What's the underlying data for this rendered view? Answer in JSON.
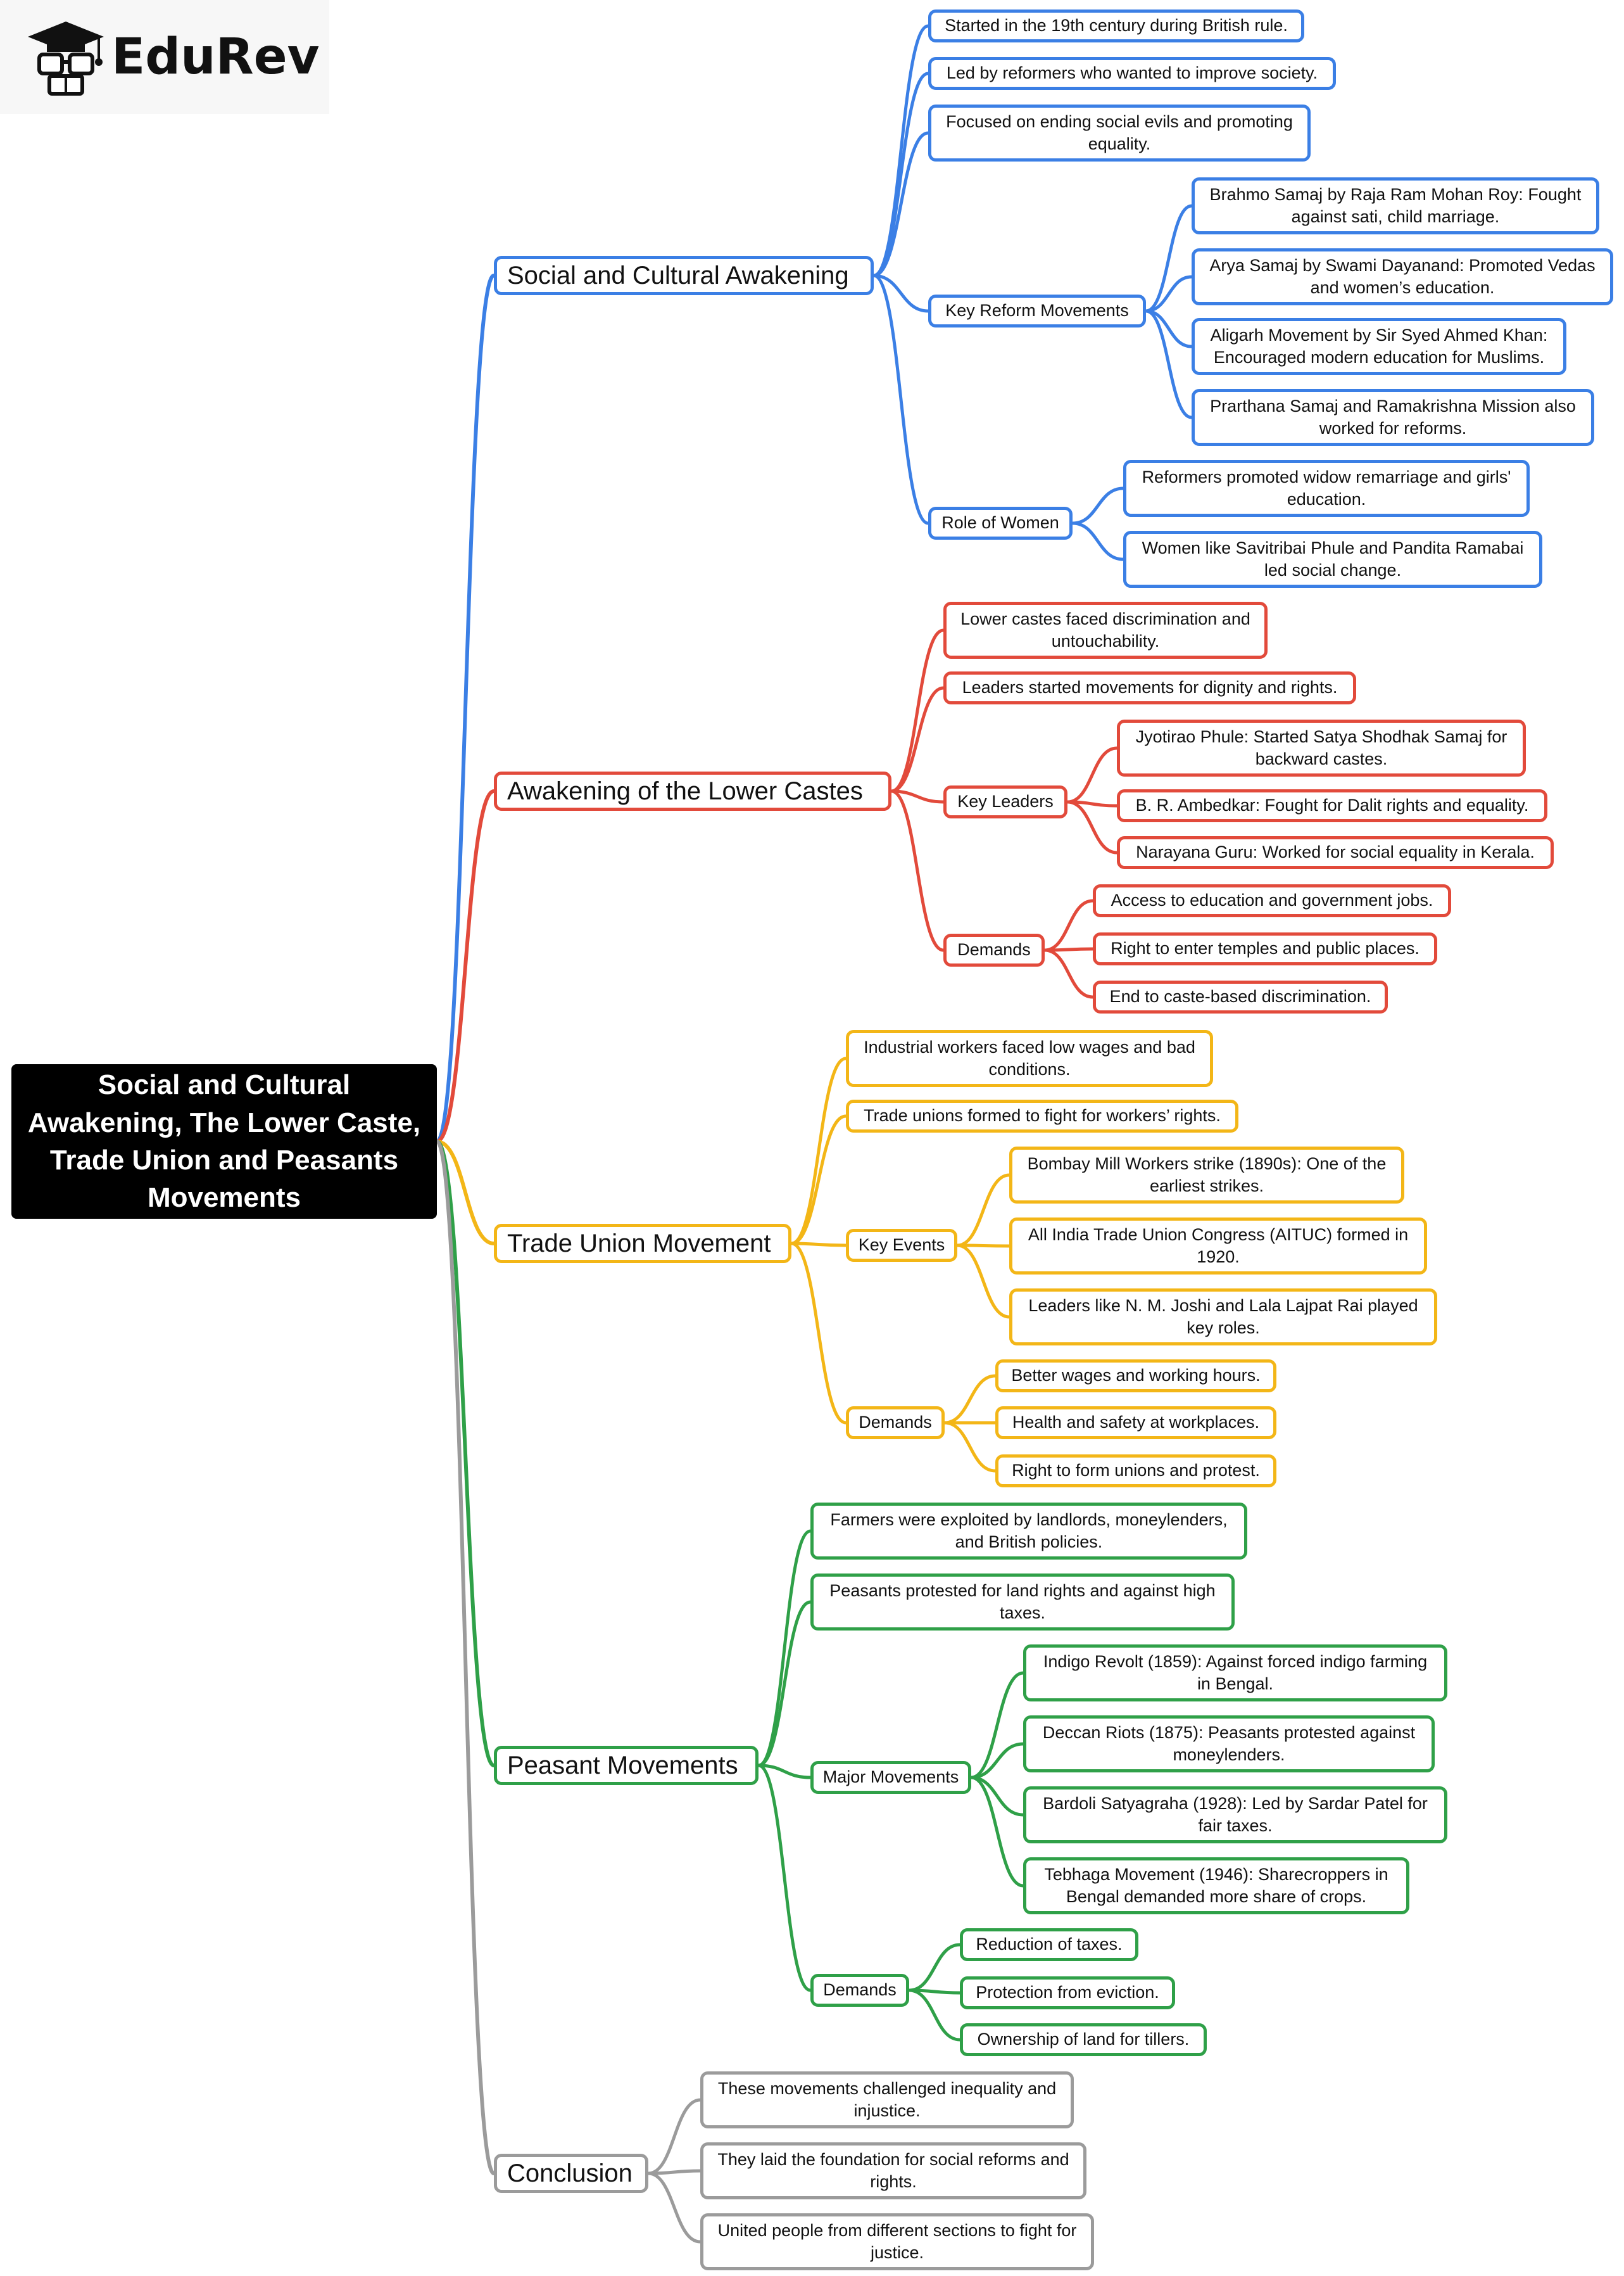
{
  "logo": {
    "text": "EduRev",
    "icon": "graduation-cap-glasses-icon"
  },
  "colors": {
    "blue": "#3b7fe5",
    "red": "#e24a3b",
    "yellow": "#f3b617",
    "green": "#2fa048",
    "gray": "#9b9b9b",
    "root_bg": "#000000"
  },
  "mindmap": {
    "root": {
      "lines": [
        "Social and Cultural",
        "Awakening, The Lower Caste,",
        "Trade Union and Peasants",
        "Movements"
      ]
    },
    "branches": [
      {
        "label": "Social and Cultural Awakening",
        "color": "blue",
        "children": [
          {
            "lines": [
              "Started in the 19th century during British rule."
            ]
          },
          {
            "lines": [
              "Led by reformers who wanted to improve society."
            ]
          },
          {
            "lines": [
              "Focused on ending social evils and promoting",
              "equality."
            ]
          },
          {
            "lines": [
              "Key Reform Movements"
            ],
            "children": [
              {
                "lines": [
                  "Brahmo Samaj by Raja Ram Mohan Roy: Fought",
                  "against sati, child marriage."
                ]
              },
              {
                "lines": [
                  "Arya Samaj by Swami Dayanand: Promoted Vedas",
                  "and women’s education."
                ]
              },
              {
                "lines": [
                  "Aligarh Movement by Sir Syed Ahmed Khan:",
                  "Encouraged modern education for Muslims."
                ]
              },
              {
                "lines": [
                  "Prarthana Samaj and Ramakrishna Mission also",
                  "worked for reforms."
                ]
              }
            ]
          },
          {
            "lines": [
              "Role of Women"
            ],
            "children": [
              {
                "lines": [
                  "Reformers promoted widow remarriage and girls'",
                  "education."
                ]
              },
              {
                "lines": [
                  "Women like Savitribai Phule and Pandita Ramabai",
                  "led social change."
                ]
              }
            ]
          }
        ]
      },
      {
        "label": "Awakening of the Lower Castes",
        "color": "red",
        "children": [
          {
            "lines": [
              "Lower castes faced discrimination and",
              "untouchability."
            ]
          },
          {
            "lines": [
              "Leaders started movements for dignity and rights."
            ]
          },
          {
            "lines": [
              "Key Leaders"
            ],
            "children": [
              {
                "lines": [
                  "Jyotirao Phule: Started Satya Shodhak Samaj for",
                  "backward castes."
                ]
              },
              {
                "lines": [
                  "B. R. Ambedkar: Fought for Dalit rights and equality."
                ]
              },
              {
                "lines": [
                  "Narayana Guru: Worked for social equality in Kerala."
                ]
              }
            ]
          },
          {
            "lines": [
              "Demands"
            ],
            "children": [
              {
                "lines": [
                  "Access to education and government jobs."
                ]
              },
              {
                "lines": [
                  "Right to enter temples and public places."
                ]
              },
              {
                "lines": [
                  "End to caste-based discrimination."
                ]
              }
            ]
          }
        ]
      },
      {
        "label": "Trade Union Movement",
        "color": "yellow",
        "children": [
          {
            "lines": [
              "Industrial workers faced low wages and bad",
              "conditions."
            ]
          },
          {
            "lines": [
              "Trade unions formed to fight for workers’ rights."
            ]
          },
          {
            "lines": [
              "Key Events"
            ],
            "children": [
              {
                "lines": [
                  "Bombay Mill Workers strike (1890s): One of the",
                  "earliest strikes."
                ]
              },
              {
                "lines": [
                  "All India Trade Union Congress (AITUC) formed in",
                  "1920."
                ]
              },
              {
                "lines": [
                  "Leaders like N. M. Joshi and Lala Lajpat Rai played",
                  "key roles."
                ]
              }
            ]
          },
          {
            "lines": [
              "Demands"
            ],
            "children": [
              {
                "lines": [
                  "Better wages and working hours."
                ]
              },
              {
                "lines": [
                  "Health and safety at workplaces."
                ]
              },
              {
                "lines": [
                  "Right to form unions and protest."
                ]
              }
            ]
          }
        ]
      },
      {
        "label": "Peasant Movements",
        "color": "green",
        "children": [
          {
            "lines": [
              "Farmers were exploited by landlords, moneylenders,",
              "and British policies."
            ]
          },
          {
            "lines": [
              "Peasants protested for land rights and against high",
              "taxes."
            ]
          },
          {
            "lines": [
              "Major Movements"
            ],
            "children": [
              {
                "lines": [
                  "Indigo Revolt (1859): Against forced indigo farming",
                  "in Bengal."
                ]
              },
              {
                "lines": [
                  "Deccan Riots (1875): Peasants protested against",
                  "moneylenders."
                ]
              },
              {
                "lines": [
                  "Bardoli Satyagraha (1928): Led by Sardar Patel for",
                  "fair taxes."
                ]
              },
              {
                "lines": [
                  "Tebhaga Movement (1946): Sharecroppers in",
                  "Bengal demanded more share of crops."
                ]
              }
            ]
          },
          {
            "lines": [
              "Demands"
            ],
            "children": [
              {
                "lines": [
                  "Reduction of taxes."
                ]
              },
              {
                "lines": [
                  "Protection from eviction."
                ]
              },
              {
                "lines": [
                  "Ownership of land for tillers."
                ]
              }
            ]
          }
        ]
      },
      {
        "label": "Conclusion",
        "color": "gray",
        "children": [
          {
            "lines": [
              "These movements challenged inequality and",
              "injustice."
            ]
          },
          {
            "lines": [
              "They laid the foundation for social reforms and",
              "rights."
            ]
          },
          {
            "lines": [
              "United people from different sections to fight for",
              "justice."
            ]
          }
        ]
      }
    ]
  }
}
